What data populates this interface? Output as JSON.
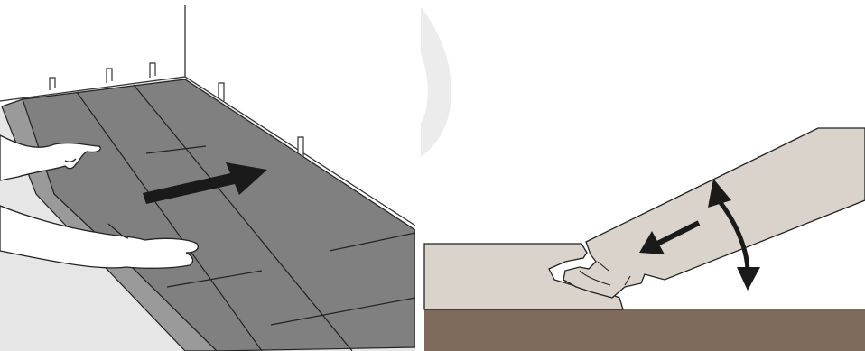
{
  "figure": {
    "panels": [
      {
        "id": "left",
        "depicts": "installing-laminate-plank-row",
        "icons": [
          "push-arrow-icon",
          "hands-icon",
          "spacer-wedge-icon"
        ]
      },
      {
        "id": "right",
        "depicts": "angle-and-click-joint",
        "icons": [
          "slide-left-arrow-icon",
          "tilt-arc-arrow-icon"
        ]
      }
    ],
    "colors": {
      "floor": "#e7e7e7",
      "plank_gray": "#7e7e7e",
      "plank_light": "#d9d3cc",
      "subfloor": "#7d6a5b",
      "arrow": "#1a1a1a",
      "watermark": "#ececec"
    }
  }
}
